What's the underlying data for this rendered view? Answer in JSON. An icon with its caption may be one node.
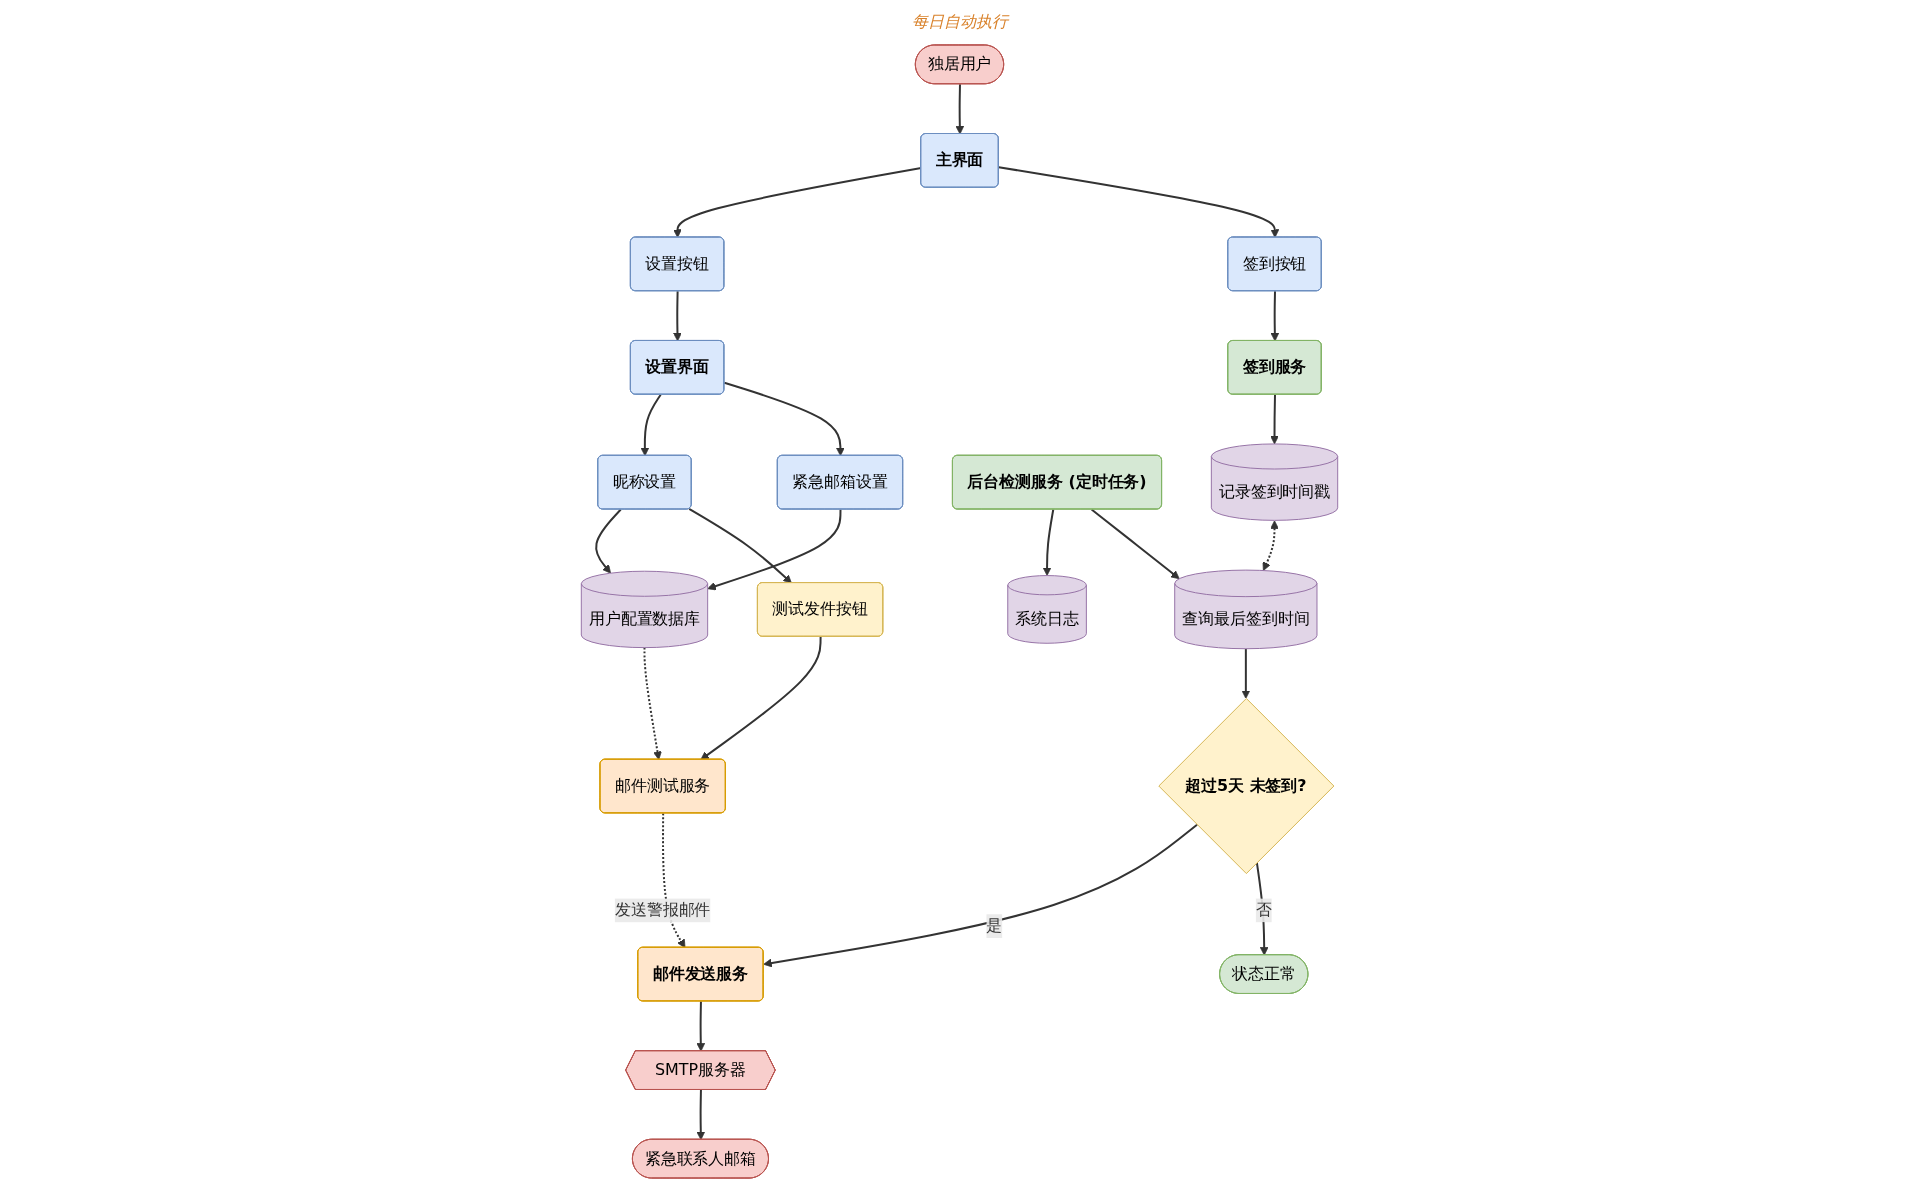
{
  "diagram": {
    "nodes": [
      {
        "text": [
          "独居用户"
        ]
      },
      {
        "text": [
          "主界面"
        ]
      },
      {
        "text": [
          "签到按钮"
        ]
      },
      {
        "text": [
          "设置按钮"
        ]
      },
      {
        "text": [
          "设置界面"
        ]
      },
      {
        "text": [
          "紧急邮箱设置"
        ]
      },
      {
        "text": [
          "昵称设置"
        ]
      },
      {
        "text": [
          "测试发件按钮"
        ]
      },
      {
        "text": [
          "用户配置数据库"
        ]
      },
      {
        "text": [
          "邮件测试服务"
        ]
      },
      {
        "text": [
          "签到服务"
        ]
      },
      {
        "text": [
          "后台检测服务 (定时任务)"
        ]
      },
      {
        "text": [
          "记录签到时间戳"
        ]
      },
      {
        "text": [
          "查询最后签到时间"
        ]
      },
      {
        "text": [
          "系统日志"
        ]
      },
      {
        "text": [
          "超过5天 未签到?"
        ]
      },
      {
        "text": [
          "状态正常"
        ]
      },
      {
        "text": [
          "邮件发送服务"
        ]
      },
      {
        "text": [
          "SMTP服务器"
        ]
      },
      {
        "text": [
          "紧急联系人邮箱"
        ]
      }
    ],
    "edges": [
      {
        "from": 0,
        "to": 1,
        "arrow": "to"
      },
      {
        "from": 1,
        "to": 2,
        "arrow": "to"
      },
      {
        "from": 1,
        "to": 3,
        "arrow": "to"
      },
      {
        "from": 3,
        "to": 4,
        "arrow": "to"
      },
      {
        "from": 4,
        "to": 5,
        "arrow": "to"
      },
      {
        "from": 4,
        "to": 6,
        "arrow": "to"
      },
      {
        "from": 6,
        "to": 7,
        "arrow": "to"
      },
      {
        "from": 5,
        "to": 8,
        "arrow": "to"
      },
      {
        "from": 6,
        "to": 8,
        "arrow": "to"
      },
      {
        "from": 7,
        "to": 9,
        "arrow": "to"
      },
      {
        "from": 8,
        "to": 9,
        "arrow": "to",
        "style": "dashed"
      },
      {
        "from": 2,
        "to": 10,
        "arrow": "to"
      },
      {
        "from": 10,
        "to": 12,
        "arrow": "to"
      },
      {
        "from": 12,
        "to": 13,
        "arrow": "both",
        "style": "dashed"
      },
      {
        "from": 11,
        "to": 13,
        "arrow": "to"
      },
      {
        "from": 11,
        "to": 14,
        "arrow": "to"
      },
      {
        "from": 13,
        "to": 15,
        "arrow": "to"
      },
      {
        "from": 15,
        "to": 16,
        "arrow": "to",
        "label": "否"
      },
      {
        "from": 15,
        "to": 17,
        "arrow": "to",
        "label": "是"
      },
      {
        "from": 9,
        "to": 17,
        "arrow": "to",
        "style": "dashed",
        "label": "发送警报邮件"
      },
      {
        "from": 17,
        "to": 18,
        "arrow": "to"
      },
      {
        "from": 18,
        "to": 19,
        "arrow": "to"
      }
    ],
    "labels": [
      "每日自动执行"
    ]
  }
}
